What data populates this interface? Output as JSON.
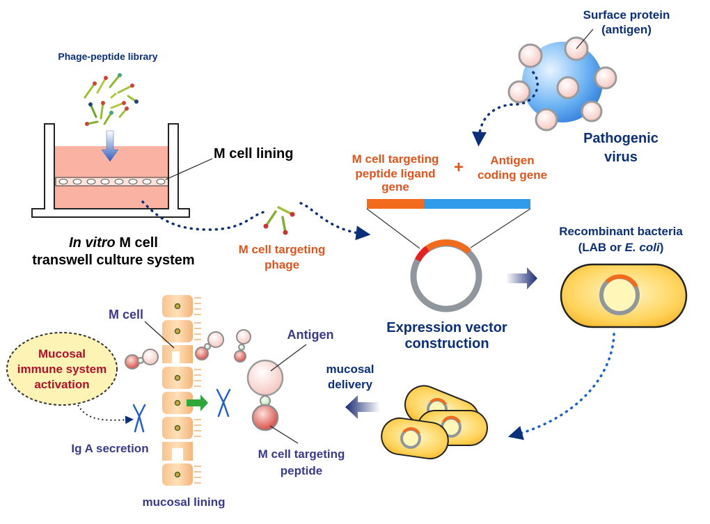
{
  "labels": {
    "phage_library": "Phage-peptide library",
    "m_cell_lining": "M cell lining",
    "in_vitro": "In vitro",
    "m_cell_word": " M cell",
    "transwell": "transwell culture system",
    "targeting_phage_1": "M cell targeting",
    "targeting_phage_2": "phage",
    "surface_protein_1": "Surface protein",
    "surface_protein_2": "(antigen)",
    "pathogenic_1": "Pathogenic",
    "pathogenic_2": "virus",
    "ligand_gene_1": "M cell targeting",
    "ligand_gene_2": "peptide ligand",
    "ligand_gene_3": "gene",
    "plus": "+",
    "antigen_gene_1": "Antigen",
    "antigen_gene_2": "coding gene",
    "recombinant_1": "Recombinant bacteria",
    "recombinant_2a": "(LAB or ",
    "recombinant_2b": "E. coli",
    "recombinant_2c": ")",
    "expression_1": "Expression vector",
    "expression_2": "construction",
    "m_cell": "M cell",
    "mucosal_1": "Mucosal",
    "mucosal_2": "immune system",
    "mucosal_3": "activation",
    "iga": "Ig A secretion",
    "mucosal_lining": "mucosal lining",
    "antigen": "Antigen",
    "targeting_peptide_1": "M cell targeting",
    "targeting_peptide_2": "peptide",
    "mucosal_delivery_1": "mucosal",
    "mucosal_delivery_2": "delivery"
  },
  "colors": {
    "navy_text": "#0b2f7a",
    "orange_text": "#e2541b",
    "crimson_text": "#b0112b",
    "medium_pink": "#f6b5a0",
    "gene_orange": "#f26b1d",
    "gene_blue": "#2f9be9",
    "plasmid_gray": "#8f979c",
    "bacteria_fill": "#ffd96a",
    "virus_blue": "#3d8fe6",
    "arrow_navy": "#1a2b75",
    "green_arrow": "#2ea83a",
    "antibody_blue": "#1f5fd0"
  },
  "icons": [
    "phage-icon",
    "virus-icon",
    "plasmid-icon",
    "bacterium-icon",
    "antibody-icon",
    "epithelial-cell-icon",
    "dotted-arrow-icon",
    "block-arrow-icon"
  ]
}
